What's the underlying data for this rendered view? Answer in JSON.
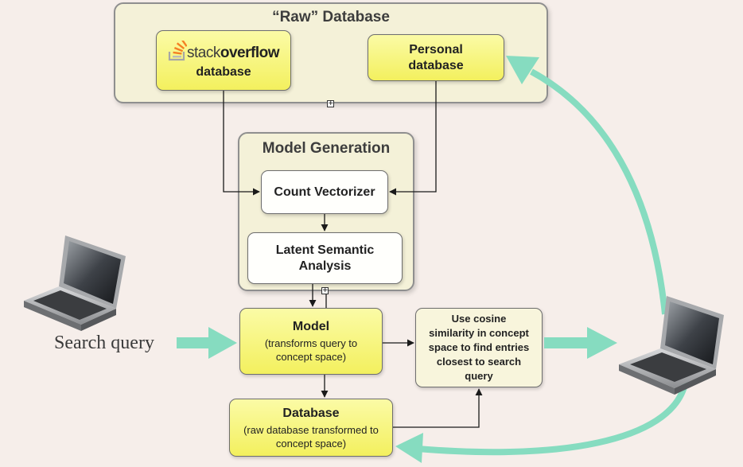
{
  "raw_database": {
    "title": "“Raw” Database",
    "stackoverflow": {
      "logo_prefix": "stack",
      "logo_suffix": "overflow",
      "label": "database"
    },
    "personal": {
      "line1": "Personal",
      "line2": "database"
    }
  },
  "model_generation": {
    "title": "Model Generation",
    "count_vectorizer": "Count Vectorizer",
    "lsa_line1": "Latent Semantic",
    "lsa_line2": "Analysis"
  },
  "model": {
    "title": "Model",
    "subtitle_line1": "(transforms query to",
    "subtitle_line2": "concept space)"
  },
  "database": {
    "title": "Database",
    "subtitle_line1": "(raw database transformed to",
    "subtitle_line2": "concept space)"
  },
  "cosine": {
    "line1": "Use cosine",
    "line2": "similarity in concept",
    "line3": "space to find entries",
    "line4": "closest to search",
    "line5": "query"
  },
  "search_query": "Search query",
  "colors": {
    "background": "#f6eeea",
    "group_fill": "#f4f1d8",
    "yellow_box": "#f6f47a",
    "teal_arrow": "#86dcc0",
    "stackoverflow_orange": "#f48024"
  }
}
